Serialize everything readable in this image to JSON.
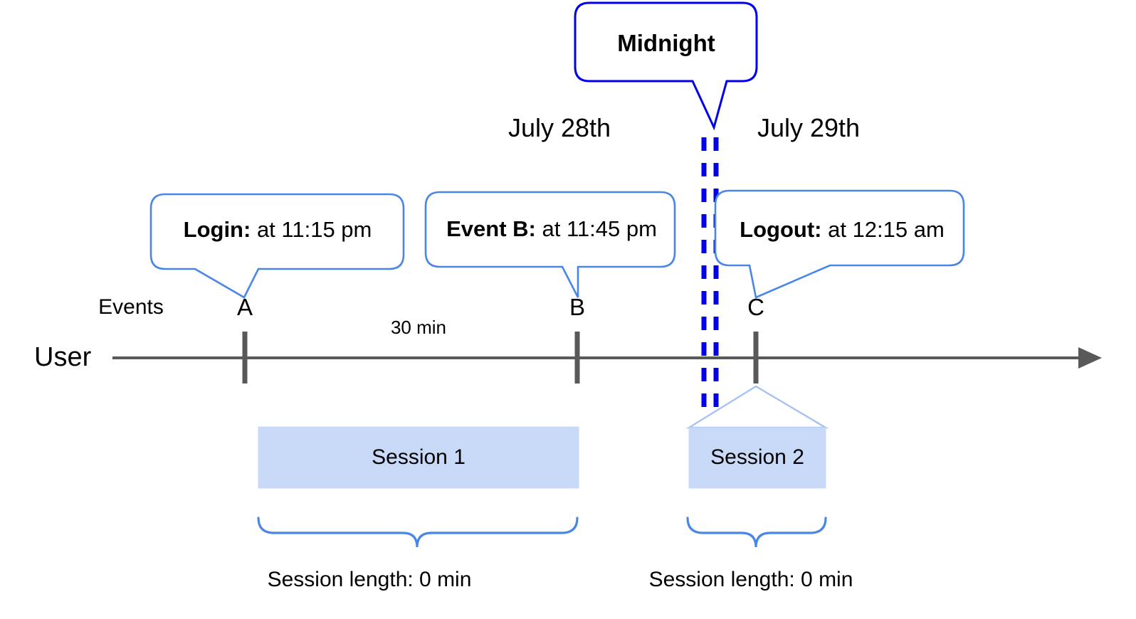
{
  "diagram": {
    "title_note": "User session timeline across midnight",
    "colors": {
      "midnight_blue": "#0000ee",
      "callout_blue": "#4a86e8",
      "session_fill": "#c9daf8",
      "session_stroke": "#a4c2f4",
      "axis_gray": "#595959",
      "text_black": "#000000"
    }
  },
  "midnight_callout": {
    "label": "Midnight"
  },
  "dates": {
    "left": "July 28th",
    "right": "July 29th"
  },
  "callouts": [
    {
      "bold": "Login:",
      "rest": " at 11:15 pm",
      "tick": "A"
    },
    {
      "bold": "Event B:",
      "rest": " at 11:45 pm",
      "tick": "B"
    },
    {
      "bold": "Logout:",
      "rest": " at 12:15 am",
      "tick": "C"
    }
  ],
  "axis": {
    "events_label": "Events",
    "user_label": "User",
    "gap_label": "30 min",
    "ticks": [
      "A",
      "B",
      "C"
    ]
  },
  "sessions": [
    {
      "name": "Session 1",
      "length_label": "Session length: 0 min"
    },
    {
      "name": "Session 2",
      "length_label": "Session length: 0 min"
    }
  ]
}
